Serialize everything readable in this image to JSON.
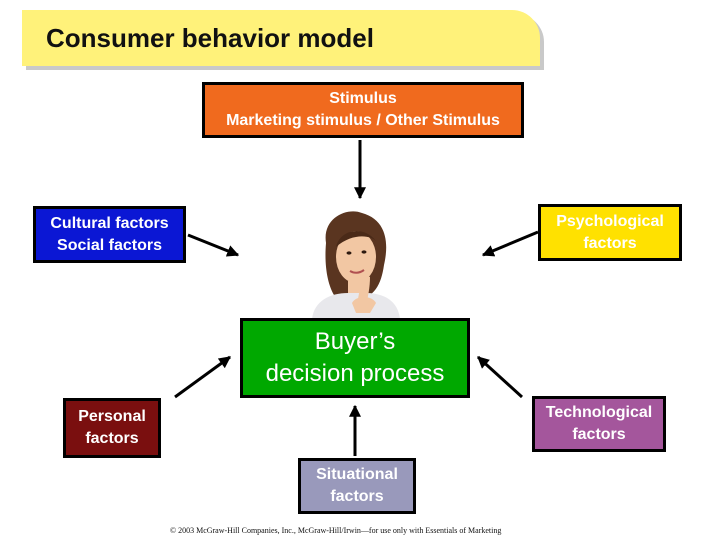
{
  "title": "Consumer behavior model",
  "stimulus": {
    "line1": "Stimulus",
    "line2": "Marketing stimulus / Other Stimulus"
  },
  "cultural": {
    "line1": "Cultural factors",
    "line2": "Social factors"
  },
  "psychological": {
    "line1": "Psychological",
    "line2": "factors"
  },
  "buyer": {
    "line1": "Buyer’s",
    "line2": "decision process"
  },
  "personal": {
    "line1": "Personal",
    "line2": "factors"
  },
  "technological": {
    "line1": "Technological",
    "line2": "factors"
  },
  "situational": {
    "line1": "Situational",
    "line2": "factors"
  },
  "footer": "© 2003 McGraw-Hill Companies, Inc., McGraw-Hill/Irwin—for use only with Essentials of Marketing",
  "colors": {
    "title_banner": "#fff27a",
    "stimulus": "#f06a1e",
    "cultural": "#0b17d4",
    "psychological": "#ffe100",
    "buyer": "#00a800",
    "personal": "#7a0f0f",
    "technological": "#a4569c",
    "situational": "#9999bb"
  },
  "icons": {
    "person": "thinking-woman-icon"
  }
}
